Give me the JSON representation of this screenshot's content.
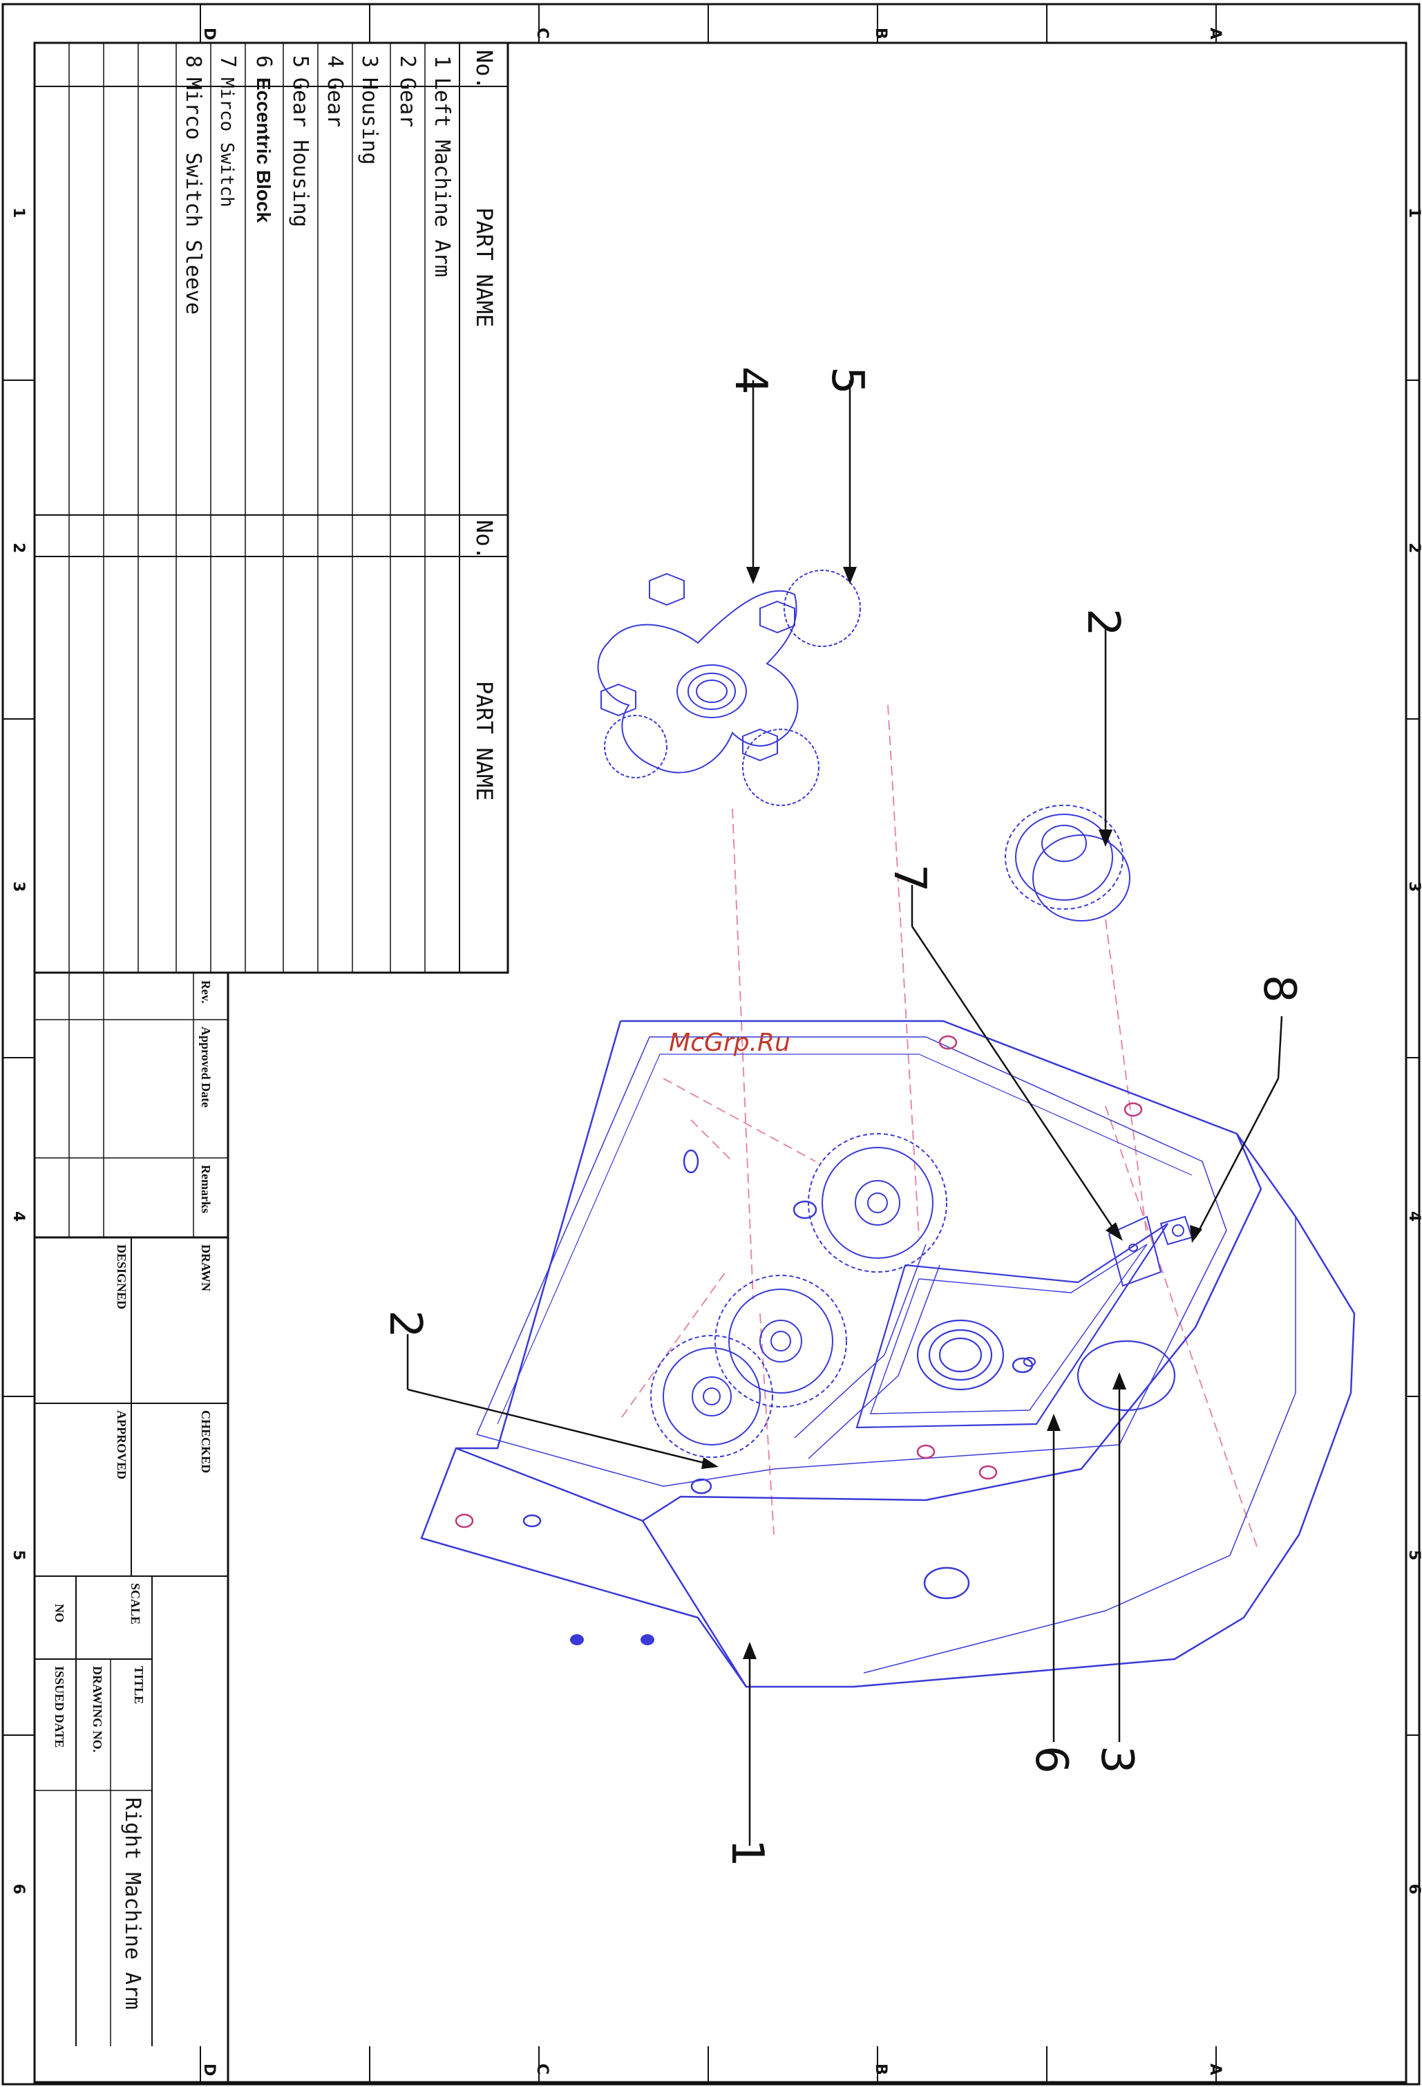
{
  "drawing": {
    "title_label": "TITLE",
    "title_value": "Right Machine Arm",
    "scale_label": "SCALE",
    "drawing_no_label": "DRAWING NO.",
    "issued_date_label": "ISSUED DATE",
    "no_label": "NO",
    "drawn_label": "DRAWN",
    "checked_label": "CHECKED",
    "designed_label": "DESIGNED",
    "approved_label": "APPROVED",
    "rev_label": "Rev.",
    "approved_date_label": "Approved Date",
    "remarks_label": "Remarks",
    "watermark": "McGrp.Ru"
  },
  "parts_table": {
    "header_no": "No.",
    "header_part_name": "PART NAME",
    "rows": [
      {
        "no": "1",
        "name": "Left Machine Arm"
      },
      {
        "no": "2",
        "name": "Gear"
      },
      {
        "no": "3",
        "name": "Housing"
      },
      {
        "no": "4",
        "name": "Gear"
      },
      {
        "no": "5",
        "name": "Gear Housing"
      },
      {
        "no": "6",
        "name": "Eccentric Block"
      },
      {
        "no": "7",
        "name": "Mirco Switch"
      },
      {
        "no": "8",
        "name": "Mirco Switch Sleeve"
      }
    ]
  },
  "border": {
    "top_letters": [
      "D",
      "C",
      "B",
      "A"
    ],
    "side_numbers": [
      "1",
      "2",
      "3",
      "4",
      "5",
      "6"
    ]
  },
  "callouts": [
    "1",
    "2",
    "2",
    "3",
    "4",
    "5",
    "6",
    "7",
    "8"
  ],
  "colors": {
    "ink": "#111111",
    "part_lines": "#3a3ad9",
    "hidden_lines": "#e58aa8",
    "watermark": "#c0392b"
  }
}
